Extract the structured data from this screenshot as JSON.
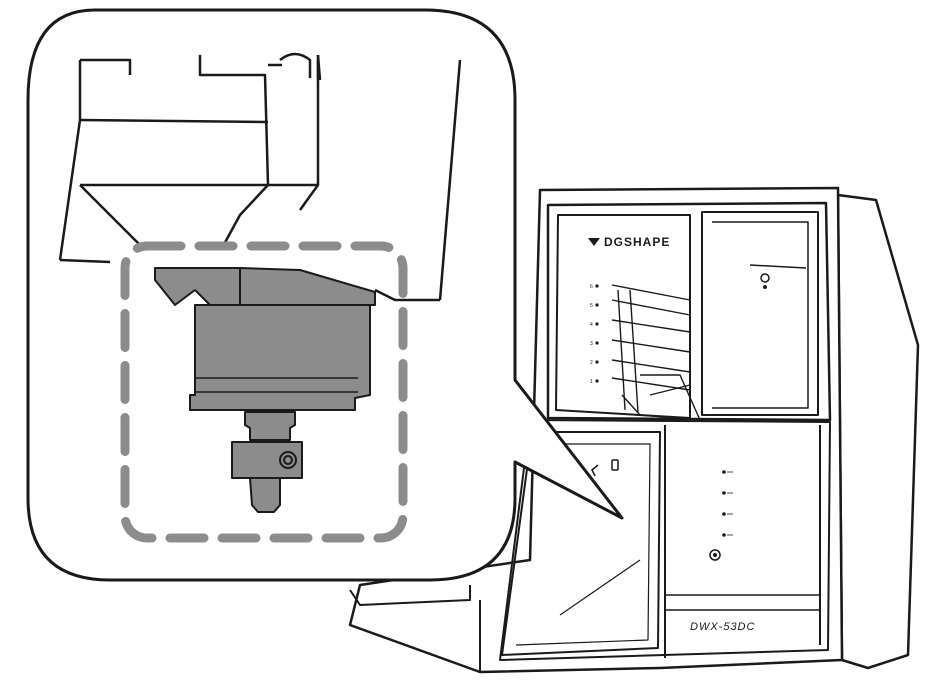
{
  "machine": {
    "brand": "DGSHAPE",
    "model": "DWX-53DC",
    "magazine_slots": [
      "6",
      "5",
      "4",
      "3",
      "2",
      "1"
    ],
    "indicators": [
      "",
      "",
      "",
      ""
    ]
  },
  "colors": {
    "line": "#1a1a1a",
    "highlight_fill": "#8c8c8c",
    "dashed_outline": "#8c8c8c",
    "background": "#ffffff"
  },
  "icons": {
    "brand_logo": "dgshape-logo-icon",
    "spindle": "spindle-icon"
  }
}
